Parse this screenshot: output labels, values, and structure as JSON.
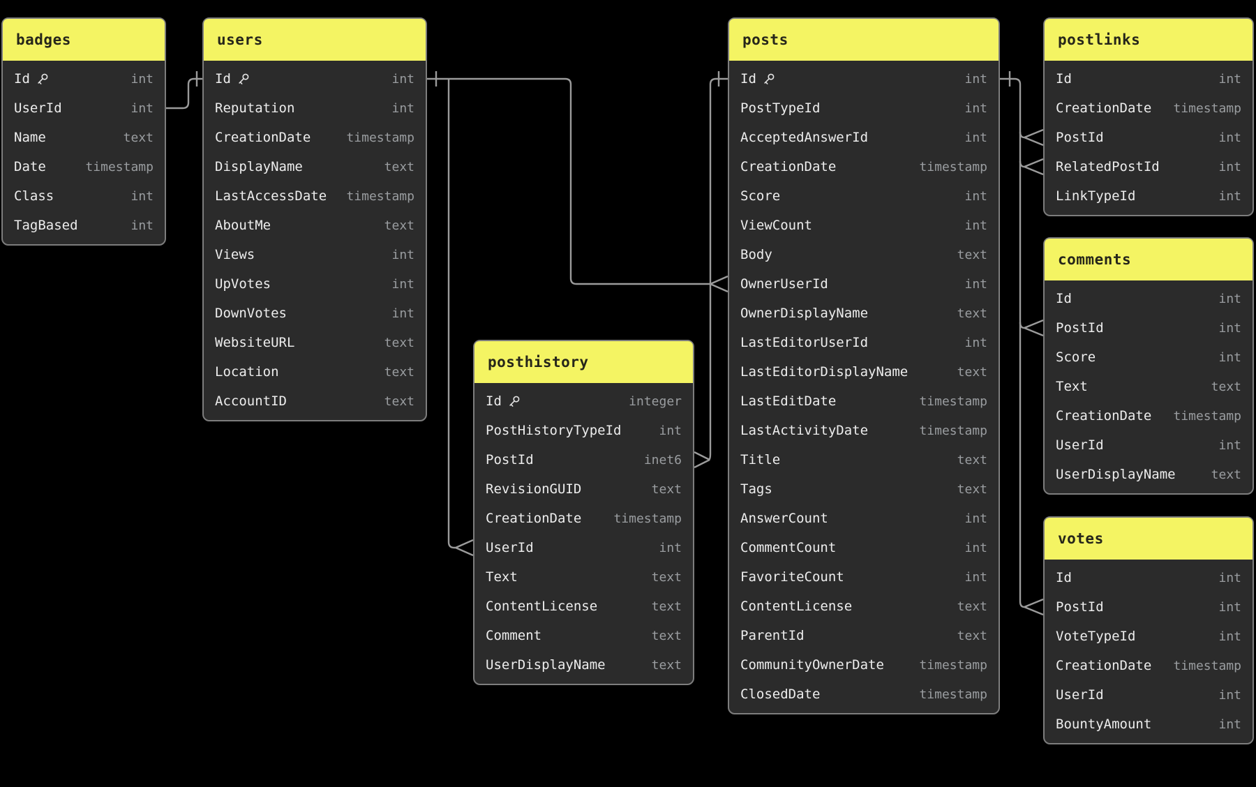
{
  "colors": {
    "canvas_bg": "#000000",
    "header": "#f4f463",
    "header_text": "#26261a",
    "table_bg": "#2b2b2b",
    "border": "#7d7d7d",
    "column_text": "#ededed",
    "type_text": "#9a9da0",
    "line": "#9b9b9b"
  },
  "icons": {
    "primary_key": "key-icon"
  },
  "tables": [
    {
      "id": "badges",
      "name": "badges",
      "columns": [
        {
          "name": "Id",
          "type": "int",
          "key": true
        },
        {
          "name": "UserId",
          "type": "int"
        },
        {
          "name": "Name",
          "type": "text"
        },
        {
          "name": "Date",
          "type": "timestamp"
        },
        {
          "name": "Class",
          "type": "int"
        },
        {
          "name": "TagBased",
          "type": "int"
        }
      ]
    },
    {
      "id": "users",
      "name": "users",
      "columns": [
        {
          "name": "Id",
          "type": "int",
          "key": true
        },
        {
          "name": "Reputation",
          "type": "int"
        },
        {
          "name": "CreationDate",
          "type": "timestamp"
        },
        {
          "name": "DisplayName",
          "type": "text"
        },
        {
          "name": "LastAccessDate",
          "type": "timestamp"
        },
        {
          "name": "AboutMe",
          "type": "text"
        },
        {
          "name": "Views",
          "type": "int"
        },
        {
          "name": "UpVotes",
          "type": "int"
        },
        {
          "name": "DownVotes",
          "type": "int"
        },
        {
          "name": "WebsiteURL",
          "type": "text"
        },
        {
          "name": "Location",
          "type": "text"
        },
        {
          "name": "AccountID",
          "type": "text"
        }
      ]
    },
    {
      "id": "posthistory",
      "name": "posthistory",
      "columns": [
        {
          "name": "Id",
          "type": "integer",
          "key": true
        },
        {
          "name": "PostHistoryTypeId",
          "type": "int"
        },
        {
          "name": "PostId",
          "type": "inet6"
        },
        {
          "name": "RevisionGUID",
          "type": "text"
        },
        {
          "name": "CreationDate",
          "type": "timestamp"
        },
        {
          "name": "UserId",
          "type": "int"
        },
        {
          "name": "Text",
          "type": "text"
        },
        {
          "name": "ContentLicense",
          "type": "text"
        },
        {
          "name": "Comment",
          "type": "text"
        },
        {
          "name": "UserDisplayName",
          "type": "text"
        }
      ]
    },
    {
      "id": "posts",
      "name": "posts",
      "columns": [
        {
          "name": "Id",
          "type": "int",
          "key": true
        },
        {
          "name": "PostTypeId",
          "type": "int"
        },
        {
          "name": "AcceptedAnswerId",
          "type": "int"
        },
        {
          "name": "CreationDate",
          "type": "timestamp"
        },
        {
          "name": "Score",
          "type": "int"
        },
        {
          "name": "ViewCount",
          "type": "int"
        },
        {
          "name": "Body",
          "type": "text"
        },
        {
          "name": "OwnerUserId",
          "type": "int"
        },
        {
          "name": "OwnerDisplayName",
          "type": "text"
        },
        {
          "name": "LastEditorUserId",
          "type": "int"
        },
        {
          "name": "LastEditorDisplayName",
          "type": "text"
        },
        {
          "name": "LastEditDate",
          "type": "timestamp"
        },
        {
          "name": "LastActivityDate",
          "type": "timestamp"
        },
        {
          "name": "Title",
          "type": "text"
        },
        {
          "name": "Tags",
          "type": "text"
        },
        {
          "name": "AnswerCount",
          "type": "int"
        },
        {
          "name": "CommentCount",
          "type": "int"
        },
        {
          "name": "FavoriteCount",
          "type": "int"
        },
        {
          "name": "ContentLicense",
          "type": "text"
        },
        {
          "name": "ParentId",
          "type": "text"
        },
        {
          "name": "CommunityOwnerDate",
          "type": "timestamp"
        },
        {
          "name": "ClosedDate",
          "type": "timestamp"
        }
      ]
    },
    {
      "id": "postlinks",
      "name": "postlinks",
      "columns": [
        {
          "name": "Id",
          "type": "int"
        },
        {
          "name": "CreationDate",
          "type": "timestamp"
        },
        {
          "name": "PostId",
          "type": "int"
        },
        {
          "name": "RelatedPostId",
          "type": "int"
        },
        {
          "name": "LinkTypeId",
          "type": "int"
        }
      ]
    },
    {
      "id": "comments",
      "name": "comments",
      "columns": [
        {
          "name": "Id",
          "type": "int"
        },
        {
          "name": "PostId",
          "type": "int"
        },
        {
          "name": "Score",
          "type": "int"
        },
        {
          "name": "Text",
          "type": "text"
        },
        {
          "name": "CreationDate",
          "type": "timestamp"
        },
        {
          "name": "UserId",
          "type": "int"
        },
        {
          "name": "UserDisplayName",
          "type": "text"
        }
      ]
    },
    {
      "id": "votes",
      "name": "votes",
      "columns": [
        {
          "name": "Id",
          "type": "int"
        },
        {
          "name": "PostId",
          "type": "int"
        },
        {
          "name": "VoteTypeId",
          "type": "int"
        },
        {
          "name": "CreationDate",
          "type": "timestamp"
        },
        {
          "name": "UserId",
          "type": "int"
        },
        {
          "name": "BountyAmount",
          "type": "int"
        }
      ]
    }
  ],
  "relationships": [
    {
      "from": "badges.UserId",
      "to": "users.Id",
      "to_cardinality": "one"
    },
    {
      "from": "users.Id",
      "to": "posts.OwnerUserId",
      "from_cardinality": "one",
      "to_cardinality": "many"
    },
    {
      "from": "users.Id",
      "to": "posthistory.UserId",
      "from_cardinality": "one",
      "to_cardinality": "many"
    },
    {
      "from": "posts.Id",
      "to": "posthistory.PostId",
      "from_cardinality": "one",
      "to_cardinality": "many"
    },
    {
      "from": "posts.Id",
      "to": "postlinks.PostId",
      "from_cardinality": "one",
      "to_cardinality": "many"
    },
    {
      "from": "posts.Id",
      "to": "postlinks.RelatedPostId",
      "from_cardinality": "one",
      "to_cardinality": "many"
    },
    {
      "from": "posts.Id",
      "to": "comments.PostId",
      "from_cardinality": "one",
      "to_cardinality": "many"
    },
    {
      "from": "posts.Id",
      "to": "votes.PostId",
      "from_cardinality": "one",
      "to_cardinality": "many"
    }
  ]
}
